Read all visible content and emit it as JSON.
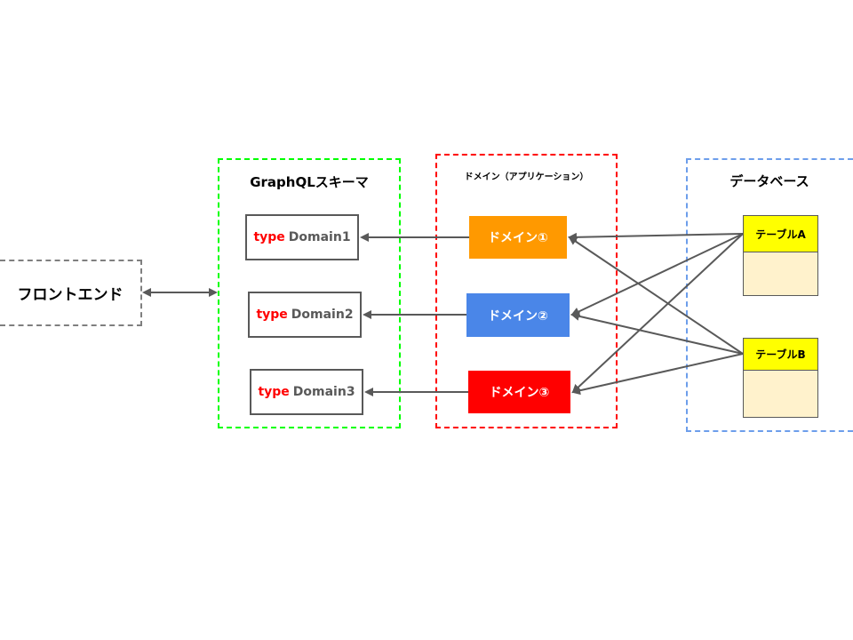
{
  "frontend": {
    "label": "フロントエンド"
  },
  "schema": {
    "title": "GraphQLスキーマ",
    "types": [
      {
        "keyword": "type",
        "name": "Domain1"
      },
      {
        "keyword": "type",
        "name": "Domain2"
      },
      {
        "keyword": "type",
        "name": "Domain3"
      }
    ]
  },
  "domains": {
    "title": "ドメイン（アプリケーション）",
    "items": [
      {
        "label": "ドメイン①",
        "color": "#ff9900"
      },
      {
        "label": "ドメイン②",
        "color": "#4a86e8"
      },
      {
        "label": "ドメイン③",
        "color": "#ff0000"
      }
    ]
  },
  "database": {
    "title": "データベース",
    "tables": [
      {
        "label": "テーブルA"
      },
      {
        "label": "テーブルB"
      }
    ]
  },
  "colors": {
    "frontend_border": "#7f7f7f",
    "schema_border": "#00ff00",
    "domain_border": "#ff0000",
    "database_border": "#6d9eeb",
    "arrow": "#595959",
    "table_header": "#ffff00",
    "table_body": "#fff2cc"
  },
  "connections": [
    {
      "from": "テーブルA",
      "to": "ドメイン①"
    },
    {
      "from": "テーブルA",
      "to": "ドメイン②"
    },
    {
      "from": "テーブルA",
      "to": "ドメイン③"
    },
    {
      "from": "テーブルB",
      "to": "ドメイン①"
    },
    {
      "from": "テーブルB",
      "to": "ドメイン②"
    },
    {
      "from": "テーブルB",
      "to": "ドメイン③"
    },
    {
      "from": "ドメイン①",
      "to": "Domain1"
    },
    {
      "from": "ドメイン②",
      "to": "Domain2"
    },
    {
      "from": "ドメイン③",
      "to": "Domain3"
    },
    {
      "from": "フロントエンド",
      "to": "GraphQLスキーマ",
      "bidirectional": true
    }
  ]
}
